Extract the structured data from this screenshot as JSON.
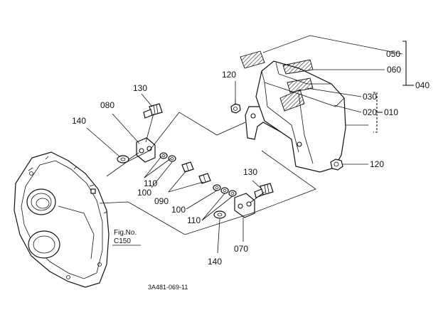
{
  "parts": {
    "p050": "050",
    "p060": "060",
    "p040": "040",
    "p030": "030",
    "p020": "020",
    "p010": "010",
    "p120a": "120",
    "p120b": "120",
    "p130a": "130",
    "p130b": "130",
    "p080": "080",
    "p140a": "140",
    "p140b": "140",
    "p110a": "110",
    "p110b": "110",
    "p100a": "100",
    "p100b": "100",
    "p090": "090",
    "p070": "070"
  },
  "figref": {
    "line1": "Fig.No.",
    "line2": "C150"
  },
  "drawing_number": "3A481-069-11"
}
